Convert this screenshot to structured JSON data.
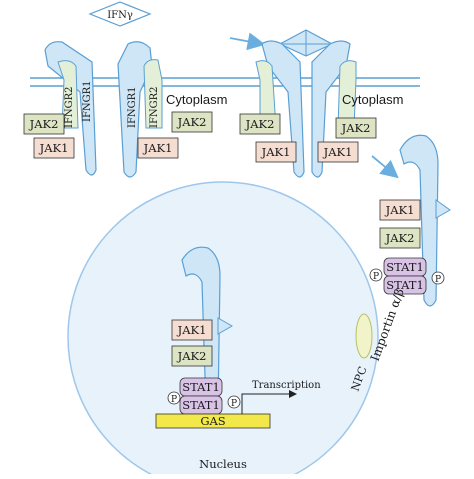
{
  "labels": {
    "ifng": "IFNγ",
    "ifngr2": "IFNGR2",
    "ifngr1": "IFNGR1",
    "jak1": "JAK1",
    "jak2": "JAK2",
    "stat1": "STAT1",
    "p": "P",
    "cytoplasm": "Cytoplasm",
    "importin": "Importin α/β",
    "npc": "NPC",
    "transcription": "Transcription",
    "gas": "GAS",
    "nucleus": "Nucleus"
  },
  "colors": {
    "receptor_fill": "#cfe6f7",
    "receptor_stroke": "#5a9fd4",
    "membrane": "#5a9fd4",
    "jak1_fill": "#f6ddd2",
    "jak2_fill": "#dde4c4",
    "stat1_fill": "#d8c3e6",
    "gas_fill": "#f3e84a",
    "nucleus_fill": "#e8f2fb",
    "npc_fill": "#f1f3c8",
    "arrow": "#6aaee0"
  }
}
